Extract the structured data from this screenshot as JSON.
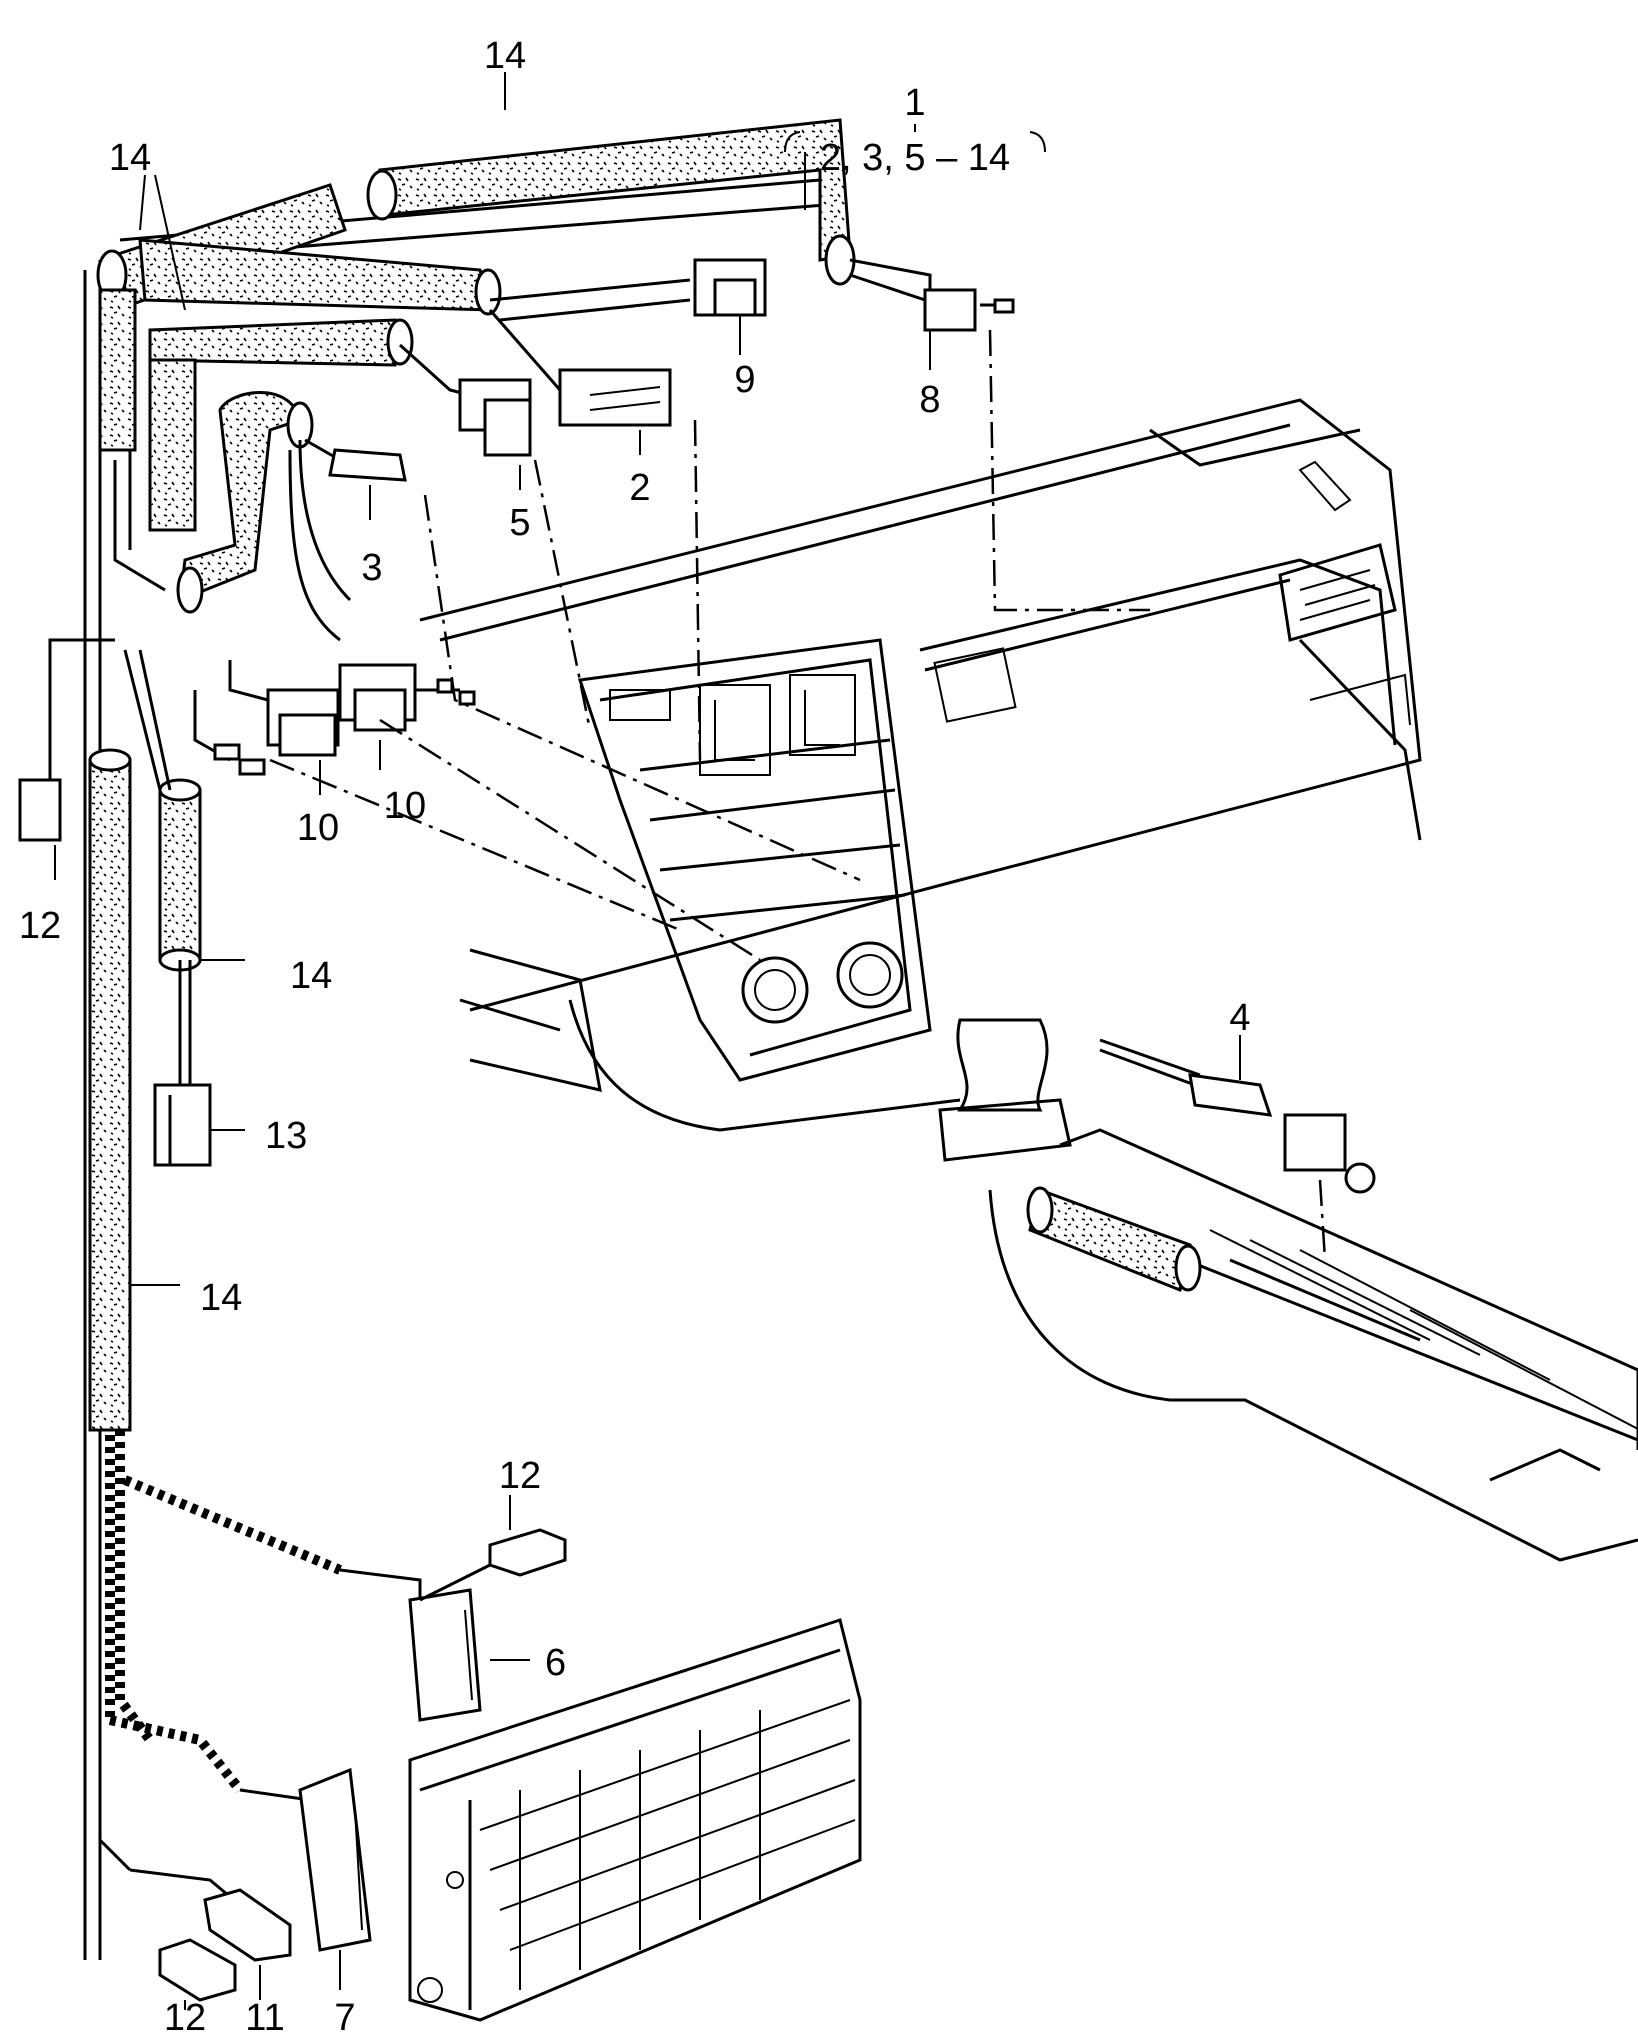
{
  "callouts": {
    "harness": "1",
    "harness_contents": "2, 3, 5 – 14",
    "p2": "2",
    "p3": "3",
    "p4": "4",
    "p5": "5",
    "p6": "6",
    "p7": "7",
    "p8": "8",
    "p9": "9",
    "p10a": "10",
    "p10b": "10",
    "p11": "11",
    "p12a": "12",
    "p12b": "12",
    "p12c": "12",
    "p13": "13",
    "p14a": "14",
    "p14b": "14",
    "p14c": "14",
    "p14d": "14"
  }
}
